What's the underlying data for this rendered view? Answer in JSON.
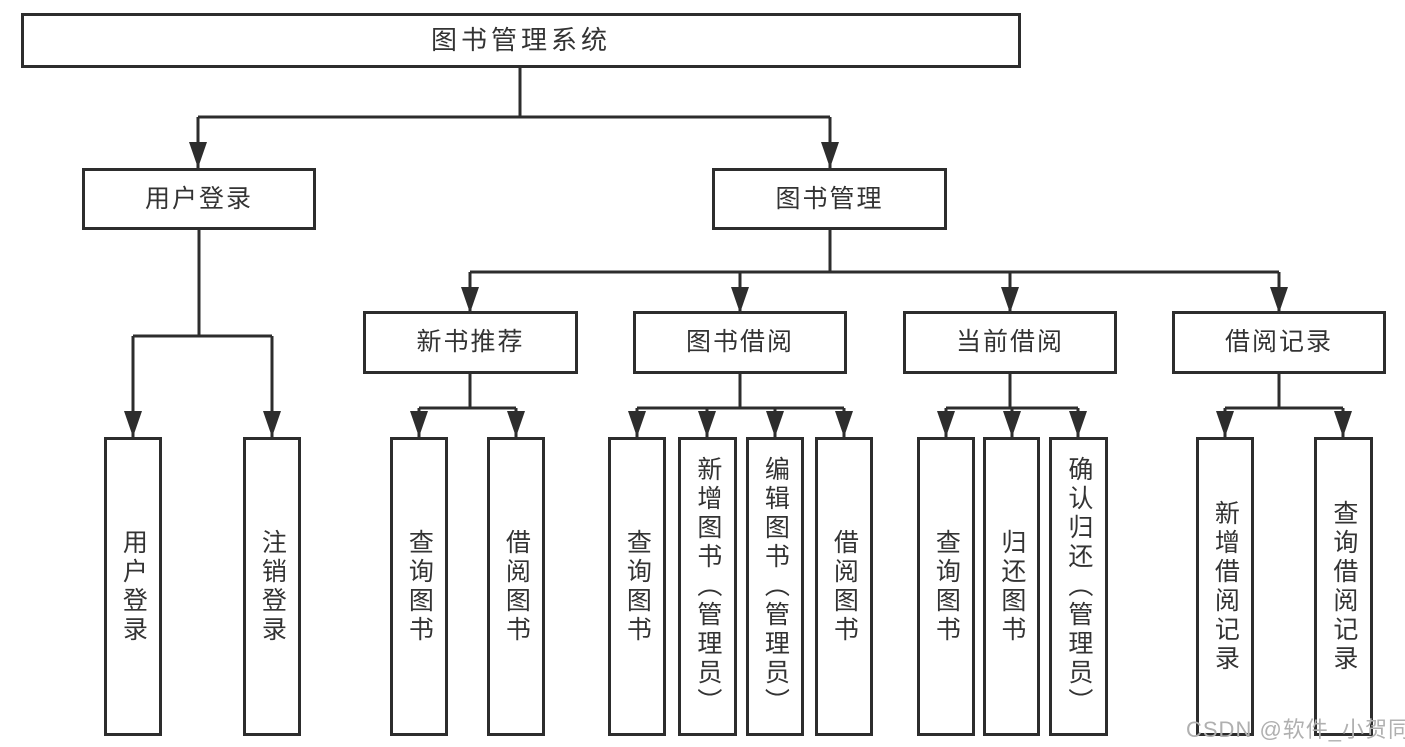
{
  "diagram": {
    "type": "tree",
    "nodes": {
      "root": {
        "label": "图书管理系统"
      },
      "user_login": {
        "label": "用户登录"
      },
      "book_management": {
        "label": "图书管理"
      },
      "new_book_recommend": {
        "label": "新书推荐"
      },
      "book_borrowing": {
        "label": "图书借阅"
      },
      "current_borrowing": {
        "label": "当前借阅"
      },
      "borrowing_records": {
        "label": "借阅记录"
      },
      "leaf_user_login": {
        "label": "用户登录"
      },
      "leaf_logout": {
        "label": "注销登录"
      },
      "nbr_query_books": {
        "label": "查询图书"
      },
      "nbr_borrow_books": {
        "label": "借阅图书"
      },
      "bb_query_books": {
        "label": "查询图书"
      },
      "bb_add_books": {
        "label": "新增图书（管理员）"
      },
      "bb_edit_books": {
        "label": "编辑图书（管理员）"
      },
      "bb_borrow_books": {
        "label": "借阅图书"
      },
      "cb_query_books": {
        "label": "查询图书"
      },
      "cb_return_books": {
        "label": "归还图书"
      },
      "cb_confirm_return": {
        "label": "确认归还（管理员）"
      },
      "br_add_record": {
        "label": "新增借阅记录"
      },
      "br_query_record": {
        "label": "查询借阅记录"
      }
    },
    "edges": [
      {
        "from": "图书管理系统",
        "to": [
          "用户登录",
          "图书管理"
        ]
      },
      {
        "from": "用户登录",
        "to": [
          "用户登录",
          "注销登录"
        ]
      },
      {
        "from": "图书管理",
        "to": [
          "新书推荐",
          "图书借阅",
          "当前借阅",
          "借阅记录"
        ]
      },
      {
        "from": "新书推荐",
        "to": [
          "查询图书",
          "借阅图书"
        ]
      },
      {
        "from": "图书借阅",
        "to": [
          "查询图书",
          "新增图书（管理员）",
          "编辑图书（管理员）",
          "借阅图书"
        ]
      },
      {
        "from": "当前借阅",
        "to": [
          "查询图书",
          "归还图书",
          "确认归还（管理员）"
        ]
      },
      {
        "from": "借阅记录",
        "to": [
          "新增借阅记录",
          "查询借阅记录"
        ]
      }
    ],
    "colors": {
      "line": "#2d2d2d",
      "text": "#333333",
      "watermark": "#b0b0b0",
      "bg": "#ffffff"
    },
    "watermark": {
      "text": "CSDN @软件_小贺同学"
    }
  }
}
